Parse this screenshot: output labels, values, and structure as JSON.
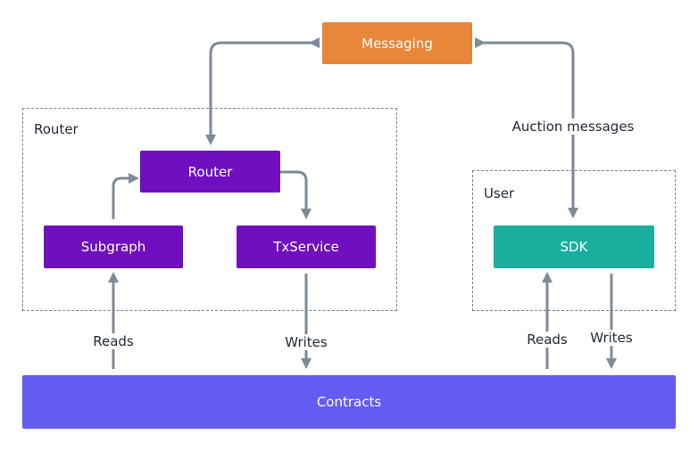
{
  "groups": {
    "router": {
      "label": "Router"
    },
    "user": {
      "label": "User"
    }
  },
  "nodes": {
    "messaging": {
      "label": "Messaging",
      "color": "#e8873a"
    },
    "router": {
      "label": "Router",
      "color": "#6f0fbf"
    },
    "subgraph": {
      "label": "Subgraph",
      "color": "#6f0fbf"
    },
    "txservice": {
      "label": "TxService",
      "color": "#6f0fbf"
    },
    "sdk": {
      "label": "SDK",
      "color": "#1aae9f"
    },
    "contracts": {
      "label": "Contracts",
      "color": "#635bf2"
    }
  },
  "edges": {
    "auction_messages": "Auction messages",
    "router_reads": "Reads",
    "router_writes": "Writes",
    "user_reads": "Reads",
    "user_writes": "Writes"
  },
  "colors": {
    "arrow": "#7d8b99",
    "group_border": "#7a8794"
  }
}
